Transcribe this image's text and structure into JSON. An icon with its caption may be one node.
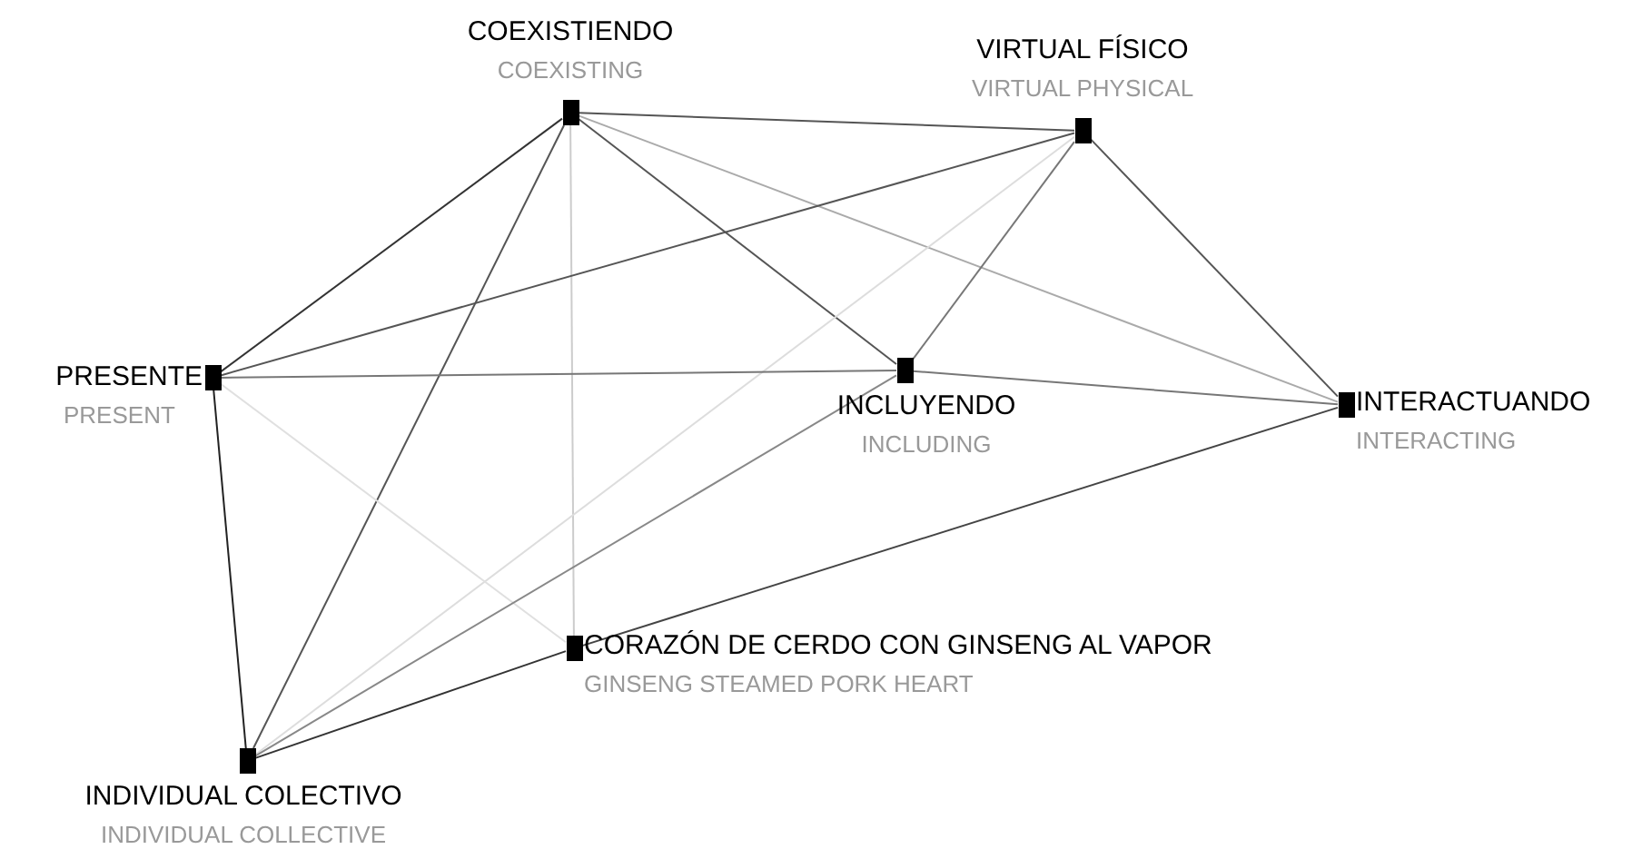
{
  "diagram": {
    "nodes": [
      {
        "text": [],
        "shape": "box",
        "beside": [
          "COEXISTIENDO",
          "COEXISTING"
        ]
      },
      {
        "text": [],
        "shape": "box",
        "beside": [
          "VIRTUAL FÍSICO",
          "VIRTUAL PHYSICAL"
        ]
      },
      {
        "text": [],
        "shape": "box",
        "beside": [
          "PRESENTE",
          "PRESENT"
        ]
      },
      {
        "text": [],
        "shape": "box",
        "beside": [
          "INCLUYENDO",
          "INCLUDING"
        ]
      },
      {
        "text": [],
        "shape": "box",
        "beside": [
          "INTERACTUANDO",
          "INTERACTING"
        ]
      },
      {
        "text": [],
        "shape": "box",
        "beside": [
          "CORAZÓN DE CERDO CON GINSENG AL VAPOR",
          "GINSENG STEAMED PORK HEART"
        ]
      },
      {
        "text": [],
        "shape": "box",
        "beside": [
          "INDIVIDUAL COLECTIVO",
          "INDIVIDUAL COLLECTIVE"
        ]
      }
    ],
    "edges": [
      {
        "from": 0,
        "to": 1,
        "arrow": "none"
      },
      {
        "from": 0,
        "to": 2,
        "arrow": "none",
        "color": "#333333"
      },
      {
        "from": 0,
        "to": 3,
        "arrow": "none"
      },
      {
        "from": 0,
        "to": 4,
        "arrow": "none",
        "color": "#aaaaaa"
      },
      {
        "from": 0,
        "to": 6,
        "arrow": "none"
      },
      {
        "from": 0,
        "to": 5,
        "arrow": "none",
        "color": "#cccccc"
      },
      {
        "from": 1,
        "to": 2,
        "arrow": "none"
      },
      {
        "from": 1,
        "to": 3,
        "arrow": "none",
        "color": "#777777"
      },
      {
        "from": 1,
        "to": 4,
        "arrow": "none"
      },
      {
        "from": 1,
        "to": 6,
        "arrow": "none",
        "color": "#dddddd"
      },
      {
        "from": 2,
        "to": 3,
        "arrow": "none",
        "color": "#777777"
      },
      {
        "from": 3,
        "to": 4,
        "arrow": "none",
        "color": "#777777"
      },
      {
        "from": 2,
        "to": 6,
        "arrow": "none",
        "color": "#222222"
      },
      {
        "from": 2,
        "to": 5,
        "arrow": "none",
        "color": "#e0e0e0"
      },
      {
        "from": 3,
        "to": 6,
        "arrow": "none",
        "color": "#888888"
      },
      {
        "from": 5,
        "to": 4,
        "arrow": "none",
        "color": "#444444"
      },
      {
        "from": 6,
        "to": 5,
        "arrow": "none",
        "color": "#333333"
      }
    ]
  }
}
